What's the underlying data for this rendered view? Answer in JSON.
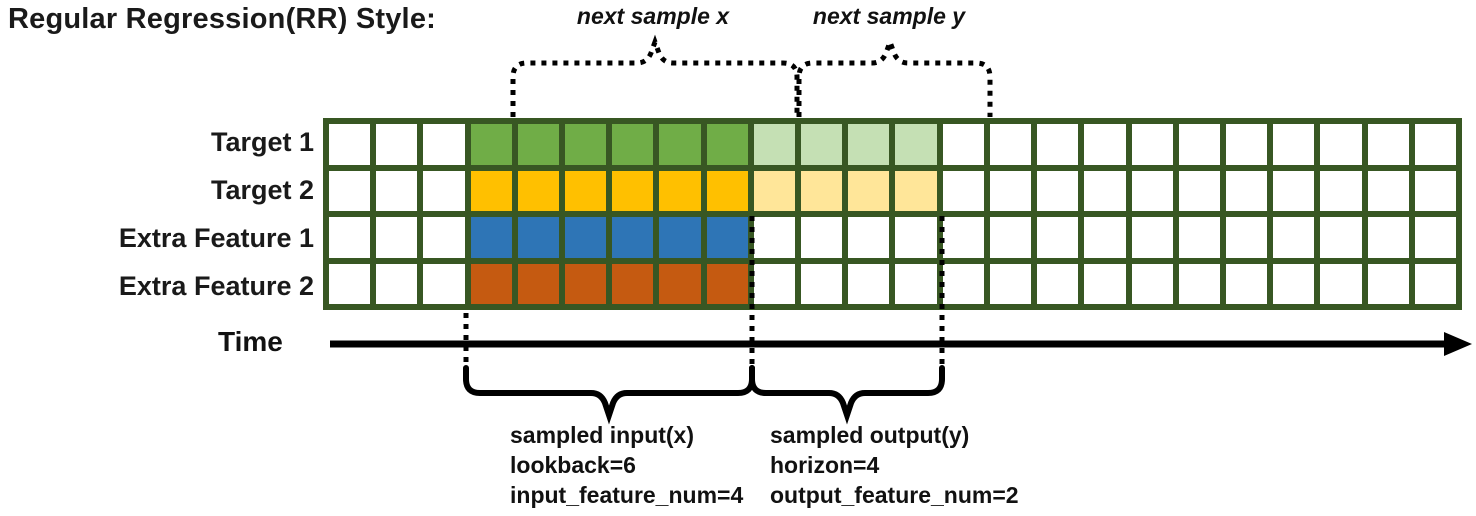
{
  "title": "Regular Regression(RR) Style:",
  "colors": {
    "grid_border": "#385723",
    "empty_cell": "#ffffff",
    "target1_input": "#70AD47",
    "target1_output": "#C5E0B4",
    "target2_input": "#FFC000",
    "target2_output": "#FFE699",
    "extra1_input": "#2E75B6",
    "extra2_input": "#C55A11",
    "annotation_line": "#000000"
  },
  "grid": {
    "total_columns": 24,
    "input_start_col": 4,
    "input_end_col": 9,
    "output_start_col": 10,
    "output_end_col": 13,
    "rows": [
      {
        "label": "Target 1",
        "input_color": "#70AD47",
        "output_color": "#C5E0B4"
      },
      {
        "label": "Target 2",
        "input_color": "#FFC000",
        "output_color": "#FFE699"
      },
      {
        "label": "Extra Feature 1",
        "input_color": "#2E75B6",
        "output_color": null
      },
      {
        "label": "Extra Feature 2",
        "input_color": "#C55A11",
        "output_color": null
      }
    ]
  },
  "annotations": {
    "next_sample_x": "next sample x",
    "next_sample_y": "next sample y",
    "time_label": "Time",
    "sampled_input": {
      "line1": "sampled input(x)",
      "line2": "lookback=6",
      "line3": "input_feature_num=4"
    },
    "sampled_output": {
      "line1": "sampled output(y)",
      "line2": "horizon=4",
      "line3": "output_feature_num=2"
    }
  }
}
